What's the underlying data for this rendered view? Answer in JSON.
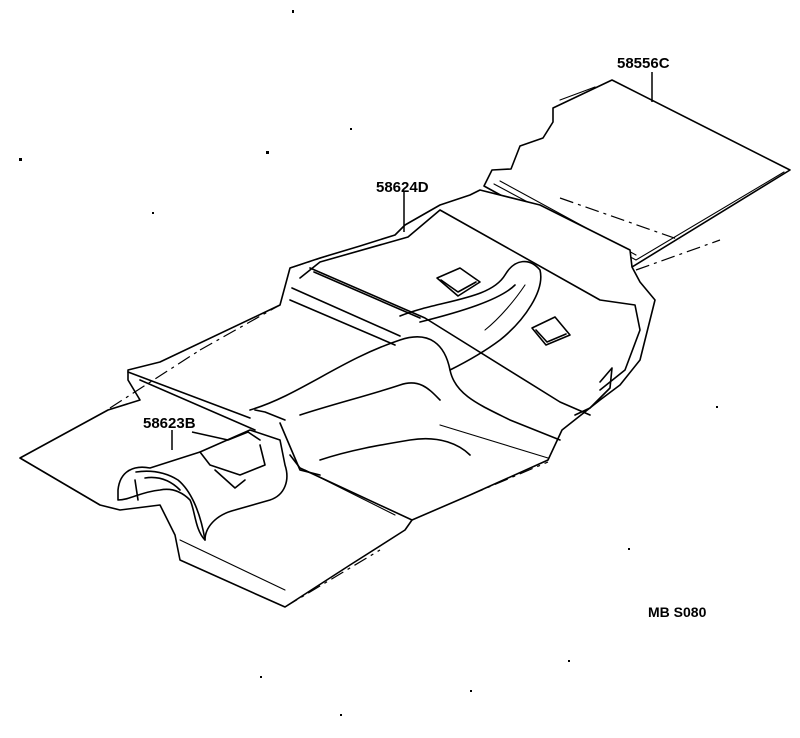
{
  "callouts": {
    "rear_floor_mat": "58556C",
    "front_floor_carpet": "58624D",
    "tunnel_cover": "58623B"
  },
  "figure_code": "MB S080",
  "colors": {
    "ink": "#000000",
    "paper": "#ffffff"
  }
}
